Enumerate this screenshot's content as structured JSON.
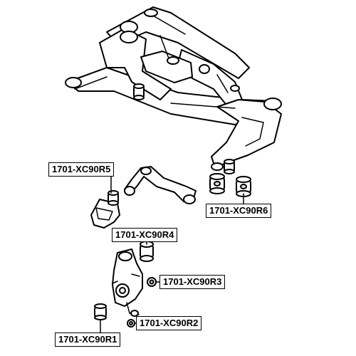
{
  "parts": [
    {
      "id": "r5",
      "label": "1701-XC90R5"
    },
    {
      "id": "r6",
      "label": "1701-XC90R6"
    },
    {
      "id": "r4",
      "label": "1701-XC90R4"
    },
    {
      "id": "r3",
      "label": "1701-XC90R3"
    },
    {
      "id": "r2",
      "label": "1701-XC90R2"
    },
    {
      "id": "r1",
      "label": "1701-XC90R1"
    }
  ],
  "colors": {
    "line": "#000000",
    "fill": "#ffffff",
    "shade": "#d9d9d9"
  }
}
